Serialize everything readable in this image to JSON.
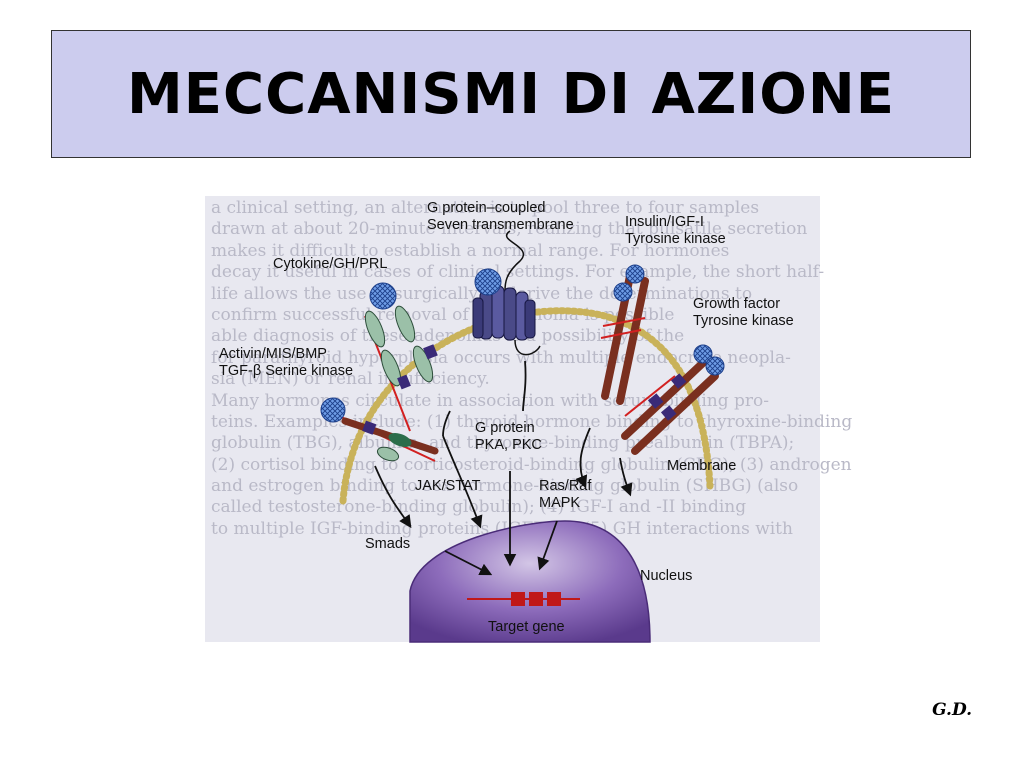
{
  "slide": {
    "title": "MECCANISMI DI AZIONE",
    "signature": "G.D."
  },
  "diagram": {
    "labels": {
      "gpcr_1": "G protein–coupled",
      "gpcr_2": "Seven transmembrane",
      "insulin_1": "Insulin/IGF-I",
      "insulin_2": "Tyrosine kinase",
      "cytokine": "Cytokine/GH/PRL",
      "growth_1": "Growth factor",
      "growth_2": "Tyrosine kinase",
      "activin_1": "Activin/MIS/BMP",
      "activin_2": "TGF-β Serine kinase",
      "gprotein_1": "G protein",
      "gprotein_2": "PKA, PKC",
      "membrane": "Membrane",
      "jakstat": "JAK/STAT",
      "rasraf_1": "Ras/Raf",
      "rasraf_2": "MAPK",
      "smads": "Smads",
      "nucleus": "Nucleus",
      "target_gene": "Target gene"
    },
    "background_text": [
      "a clinical setting, an alternative is to pool three to four samples",
      "drawn at about 20-minute intervals, realizing that pulsatile secretion",
      "makes it difficult to establish a normal range. For hormones",
      "decay it useful in cases of clinical settings. For example, the short half-",
      "life allows the use of surgically to derive the determinations to",
      "confirm successful removal of an adenoma is possible",
      "able diagnosis of these adenomas is a possibility of the",
      "for parathyroid hyperplasia occurs with multiple endocrine neopla-",
      "sia (MEN) or renal insufficiency.",
      "Many hormones circulate in association with serum-binding pro-",
      "teins. Examples include: (1) thyroid hormone binding to thyroxine-binding",
      "globulin (TBG), albumin, and thyroxine-binding prealbumin (TBPA);",
      "(2) cortisol binding to corticosteroid-binding globulin (CBG); (3) androgen",
      "and estrogen binding to sex hormone-binding globulin (SHBG) (also",
      "called testosterone-binding globulin); (4) IGF-I and -II binding",
      "to multiple IGF-binding proteins (IGFBPs); (5) GH interactions with"
    ],
    "colors": {
      "receptor_green": "#9bc0a8",
      "receptor_brown": "#7a2f1f",
      "ligand_blue": "#4f86d8",
      "kinase_purple": "#3a2a78",
      "membrane_dots": "#c9b25a",
      "nucleus_purple": "#7a58a8",
      "signal_red": "#d22020",
      "gene_red": "#c01818"
    }
  }
}
